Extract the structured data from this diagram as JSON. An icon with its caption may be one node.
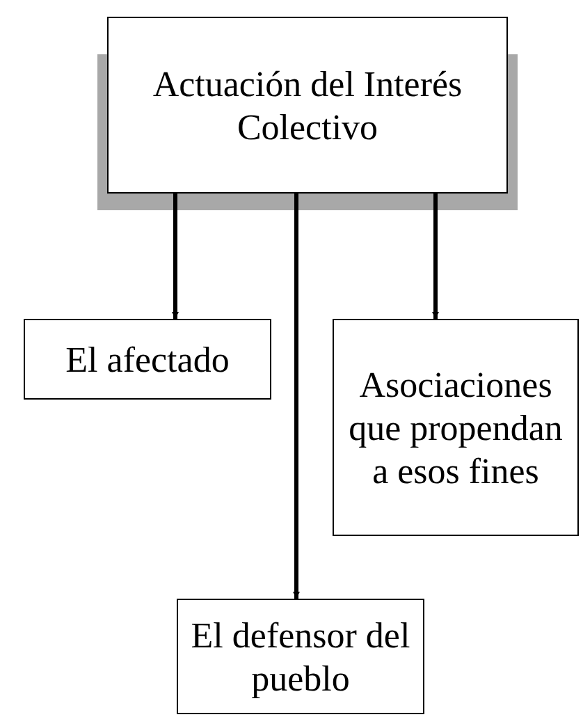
{
  "diagram": {
    "nodes": [
      {
        "text": [
          "Actuación del Interés Colectivo"
        ]
      },
      {
        "text": [
          "El afectado"
        ]
      },
      {
        "text": [
          "Asociaciones que propendan a esos fines"
        ]
      },
      {
        "text": [
          "El defensor del pueblo"
        ]
      }
    ],
    "edges": [
      {
        "from": 0,
        "to": 1,
        "arrow": "to"
      },
      {
        "from": 0,
        "to": 3,
        "arrow": "to"
      },
      {
        "from": 0,
        "to": 2,
        "arrow": "to"
      }
    ]
  }
}
